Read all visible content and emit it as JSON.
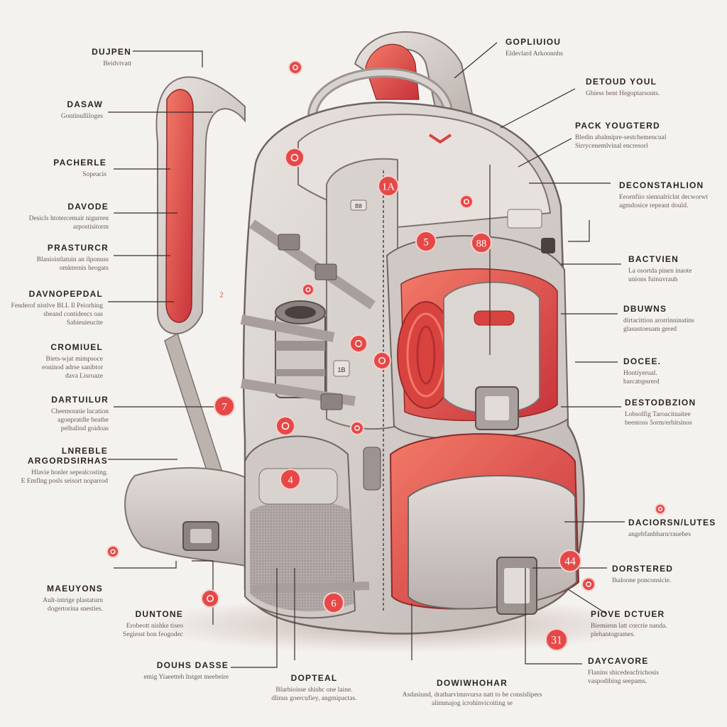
{
  "colors": {
    "background": "#f4f2ee",
    "fabric": "#dcd6d2",
    "fabric_dark": "#b8afac",
    "accent_red": "#d9433f",
    "accent_red_light": "#f06a5a",
    "leader_line": "#3b2c2c",
    "badge_fill": "#e64848"
  },
  "labels_left": [
    {
      "title": "DUJPEN",
      "desc": "Beidvtvatt"
    },
    {
      "title": "DASAW",
      "desc": "Gontinulliloges"
    },
    {
      "title": "PACHERLE",
      "desc": "Sopeacis"
    },
    {
      "title": "DAVODE",
      "desc": "Desicls htotercemait nigurren\narpostisitorm"
    },
    {
      "title": "PRASTURCR",
      "desc": "Blanioistlatuin an ilponuss\nomkternis heogats"
    },
    {
      "title": "DAVNOPEPDAL",
      "desc": "Fenderof nistlve BLL Il Peiorhing\nsbeand contideecs oas\nSabieuieucite"
    },
    {
      "title": "CROMIUEL",
      "desc": "Biets-wjat mimpsoce\neoninod adrse sanibtor\ndava Lisroaze"
    },
    {
      "title": "DARTUILUR",
      "desc": "Cheemounie lucation\nagonpratdle beatbe\npelhalind goidoas"
    },
    {
      "title": "LNREBLE\nARGORDSIRHAS",
      "desc": "Hlavie honler sepealcosting.\nE Emflng posls seisort noparrod"
    },
    {
      "title": "MAEUYONS",
      "desc": "Ault-intrige plastaturn\ndogertorina snesties."
    },
    {
      "title": "DUNTONE",
      "desc": "Erobeott nishke tiseo\nSegiesst hon feogodec"
    },
    {
      "title": "DOUHS DASSE",
      "desc": "emig Yiaeetteh ltstget meebeire"
    }
  ],
  "labels_right": [
    {
      "title": "GOPLIUIOU",
      "desc": "Eldevlard Arkoonnhs"
    },
    {
      "title": "DETOUD YOUL",
      "desc": "Gbiess bent Hegoptarsonts."
    },
    {
      "title": "PACK YOUGTERD",
      "desc": "Bledin abalmipre-sestchemencual\nSirrycenemlvinal encresorl"
    },
    {
      "title": "DECONSTAHLION",
      "desc": "Eeornfiio siennalriclnt decworwt\nagmdosice repeant dould."
    },
    {
      "title": "BACTVIEN",
      "desc": "La osortda pinen inaote\nunions fuinuvrauh"
    },
    {
      "title": "DBUWNS",
      "desc": "dirtacittion arorrinninatins\nglasustoeuam gered"
    },
    {
      "title": "DOCEE.",
      "desc": "Hontiyerual.\nbarcatspsrerd"
    },
    {
      "title": "DESTODBZION",
      "desc": "Lobsolfig Taroacitnaitee\nbeentoss 5orm/erbitsinos"
    },
    {
      "title": "DACIORSN/LUTES",
      "desc": "angebfanbharn/rauebes"
    },
    {
      "title": "DORSTERED",
      "desc": "Ihaloone ponconsicie."
    },
    {
      "title": "PIOVE DCTUER",
      "desc": "Biemienn latt corcrie nanda.\nplehantogrames."
    },
    {
      "title": "DAYCAVORE",
      "desc": "Flanins shicedeacfrichosis\nvaspodibing seepams."
    }
  ],
  "labels_bottom": [
    {
      "title": "DOPTEAL",
      "desc": "Blarbioisse shishc one laine.\ndlinus goercufiey, angmipactas."
    },
    {
      "title": "DOWIWHOHAR",
      "desc": "Asdasiund, dratharvimnvursa natt to be consislipers\nalimmajog icrohinvicoiting se"
    }
  ],
  "badges": [
    {
      "text": "",
      "kind": "dot"
    },
    {
      "text": "",
      "kind": "dot"
    },
    {
      "text": "1A",
      "kind": "badge"
    },
    {
      "text": "",
      "kind": "dot"
    },
    {
      "text": "5",
      "kind": "badge"
    },
    {
      "text": "88",
      "kind": "badge"
    },
    {
      "text": "2",
      "kind": "plain"
    },
    {
      "text": "",
      "kind": "dot"
    },
    {
      "text": "",
      "kind": "dot"
    },
    {
      "text": "",
      "kind": "dot"
    },
    {
      "text": "7",
      "kind": "badge"
    },
    {
      "text": "",
      "kind": "dot"
    },
    {
      "text": "4",
      "kind": "badge"
    },
    {
      "text": "",
      "kind": "dot"
    },
    {
      "text": "",
      "kind": "dot"
    },
    {
      "text": "",
      "kind": "dot"
    },
    {
      "text": "6",
      "kind": "badge"
    },
    {
      "text": "44",
      "kind": "badge"
    },
    {
      "text": "31",
      "kind": "badge"
    },
    {
      "text": "",
      "kind": "dot"
    },
    {
      "text": "",
      "kind": "dot"
    }
  ],
  "small_tags": [
    "1B",
    "B8"
  ]
}
